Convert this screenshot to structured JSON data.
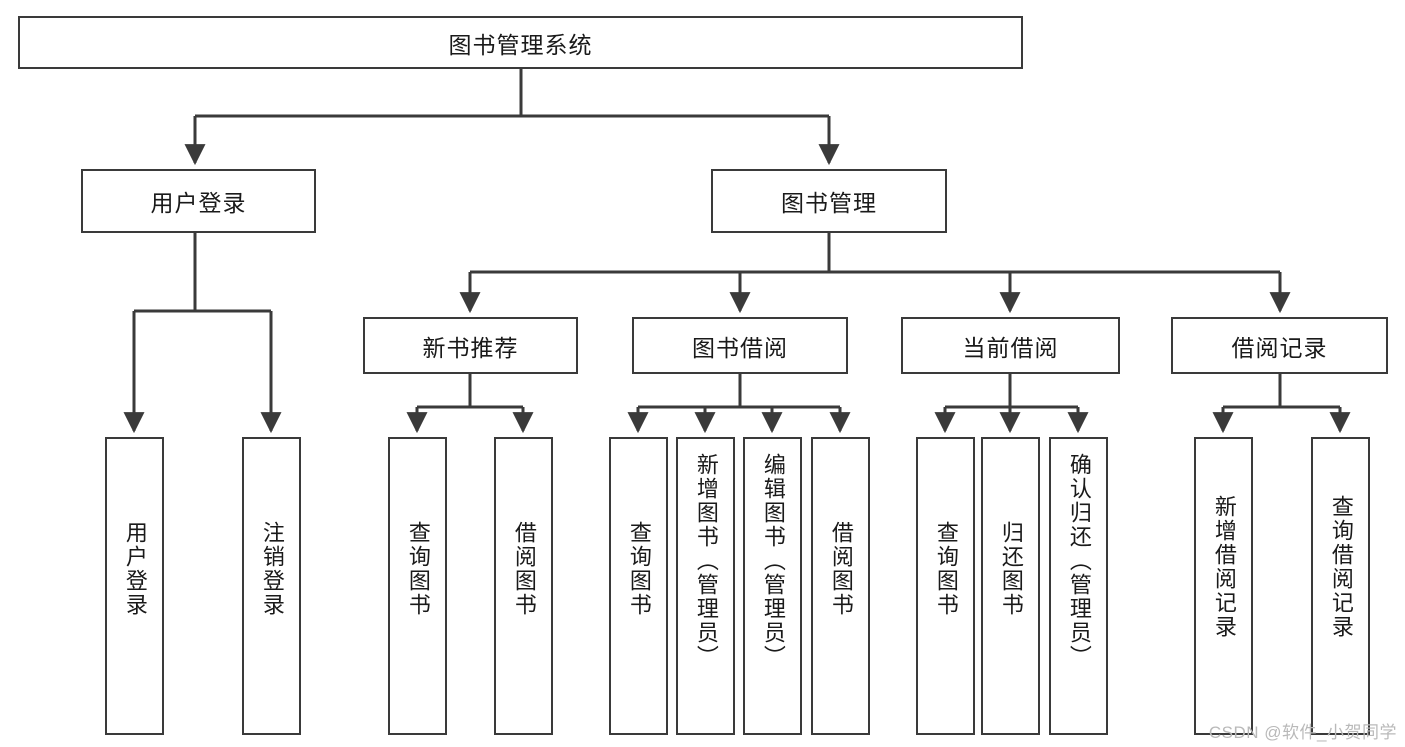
{
  "diagram": {
    "title": "图书管理系统",
    "watermark": "CSDN @软件_小贺同学",
    "colors": {
      "box_border": "#3a3a3a",
      "box_fill": "#ffffff",
      "connector": "#3a3a3a",
      "text": "#1a1a1a",
      "watermark": "#b9b9b9",
      "background": "#ffffff"
    },
    "root": {
      "label": "图书管理系统"
    },
    "level2": [
      {
        "label": "用户登录"
      },
      {
        "label": "图书管理"
      }
    ],
    "level3": [
      {
        "label": "新书推荐"
      },
      {
        "label": "图书借阅"
      },
      {
        "label": "当前借阅"
      },
      {
        "label": "借阅记录"
      }
    ],
    "leaves": {
      "user_login": [
        {
          "label": "用户登录"
        },
        {
          "label": "注销登录"
        }
      ],
      "new_book_recommend": [
        {
          "label": "查询图书"
        },
        {
          "label": "借阅图书"
        }
      ],
      "book_borrow": [
        {
          "label": "查询图书"
        },
        {
          "label": "新增图书（管理员）"
        },
        {
          "label": "编辑图书（管理员）"
        },
        {
          "label": "借阅图书"
        }
      ],
      "current_borrow": [
        {
          "label": "查询图书"
        },
        {
          "label": "归还图书"
        },
        {
          "label": "确认归还（管理员）"
        }
      ],
      "borrow_record": [
        {
          "label": "新增借阅记录"
        },
        {
          "label": "查询借阅记录"
        }
      ]
    }
  }
}
